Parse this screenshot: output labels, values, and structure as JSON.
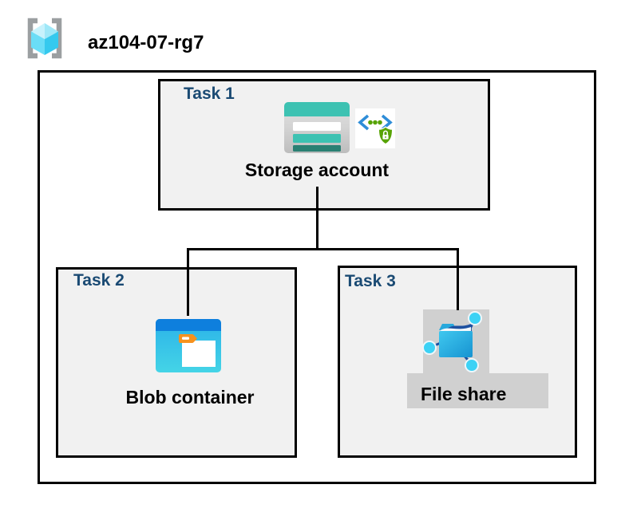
{
  "header": {
    "title": "az104-07-rg7",
    "icon": "resource-group-icon"
  },
  "diagram": {
    "tasks": [
      {
        "label": "Task 1",
        "item": "Storage account",
        "icons": [
          "storage-account-icon",
          "secure-endpoint-icon"
        ]
      },
      {
        "label": "Task 2",
        "item": "Blob container",
        "icons": [
          "blob-container-icon"
        ]
      },
      {
        "label": "Task 3",
        "item": "File share",
        "icons": [
          "file-share-icon"
        ]
      }
    ]
  },
  "colors": {
    "task_label_blue": "#1a4a73",
    "box_fill_gray": "#f1f1f1",
    "border_black": "#000000",
    "storage_teal": "#3dc2b2",
    "storage_teal_dark": "#2a8073",
    "blob_header_blue": "#0e7fdd",
    "blob_body_cyan": "#35bcec",
    "blob_tab_orange": "#f6921e",
    "fileshare_navy": "#1d50a0",
    "fileshare_node_cyan": "#3cd2f5",
    "shield_green": "#57a304",
    "bracket_gray": "#9b9fa1",
    "icon_plinth_gray": "#d0d0d0"
  }
}
